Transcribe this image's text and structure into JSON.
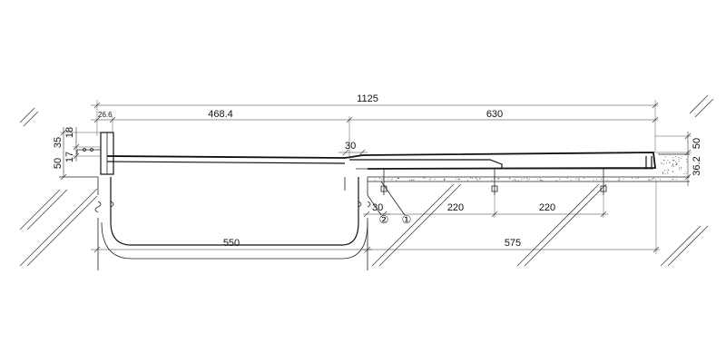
{
  "drawing": {
    "dimensions": {
      "overall": "1125",
      "left_flange": "26.6",
      "left_span": "468.4",
      "right_span": "630",
      "height_18": "18",
      "height_35": "35",
      "height_17": "17",
      "height_50_left": "50",
      "height_50_right": "50",
      "height_36_2": "36.2",
      "gap_30_top": "30",
      "gap_30_bottom": "30",
      "anchor_spacing_1": "220",
      "anchor_spacing_2": "220",
      "trough_width": "550",
      "right_base": "575"
    },
    "callouts": {
      "one": "①",
      "two": "②"
    }
  }
}
